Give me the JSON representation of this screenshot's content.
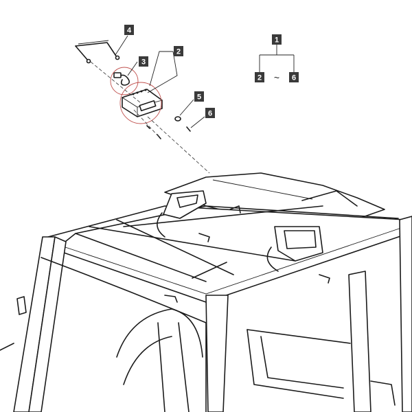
{
  "callouts": {
    "c1": "1",
    "c2": "2",
    "c3": "3",
    "c4": "4",
    "c5": "5",
    "c6": "6",
    "range_from": "2",
    "range_sep": "~",
    "range_to": "6"
  },
  "colors": {
    "callout_fill": "#3a3a3a",
    "highlight_circle": "#c0504d",
    "line": "#1a1a1a"
  }
}
